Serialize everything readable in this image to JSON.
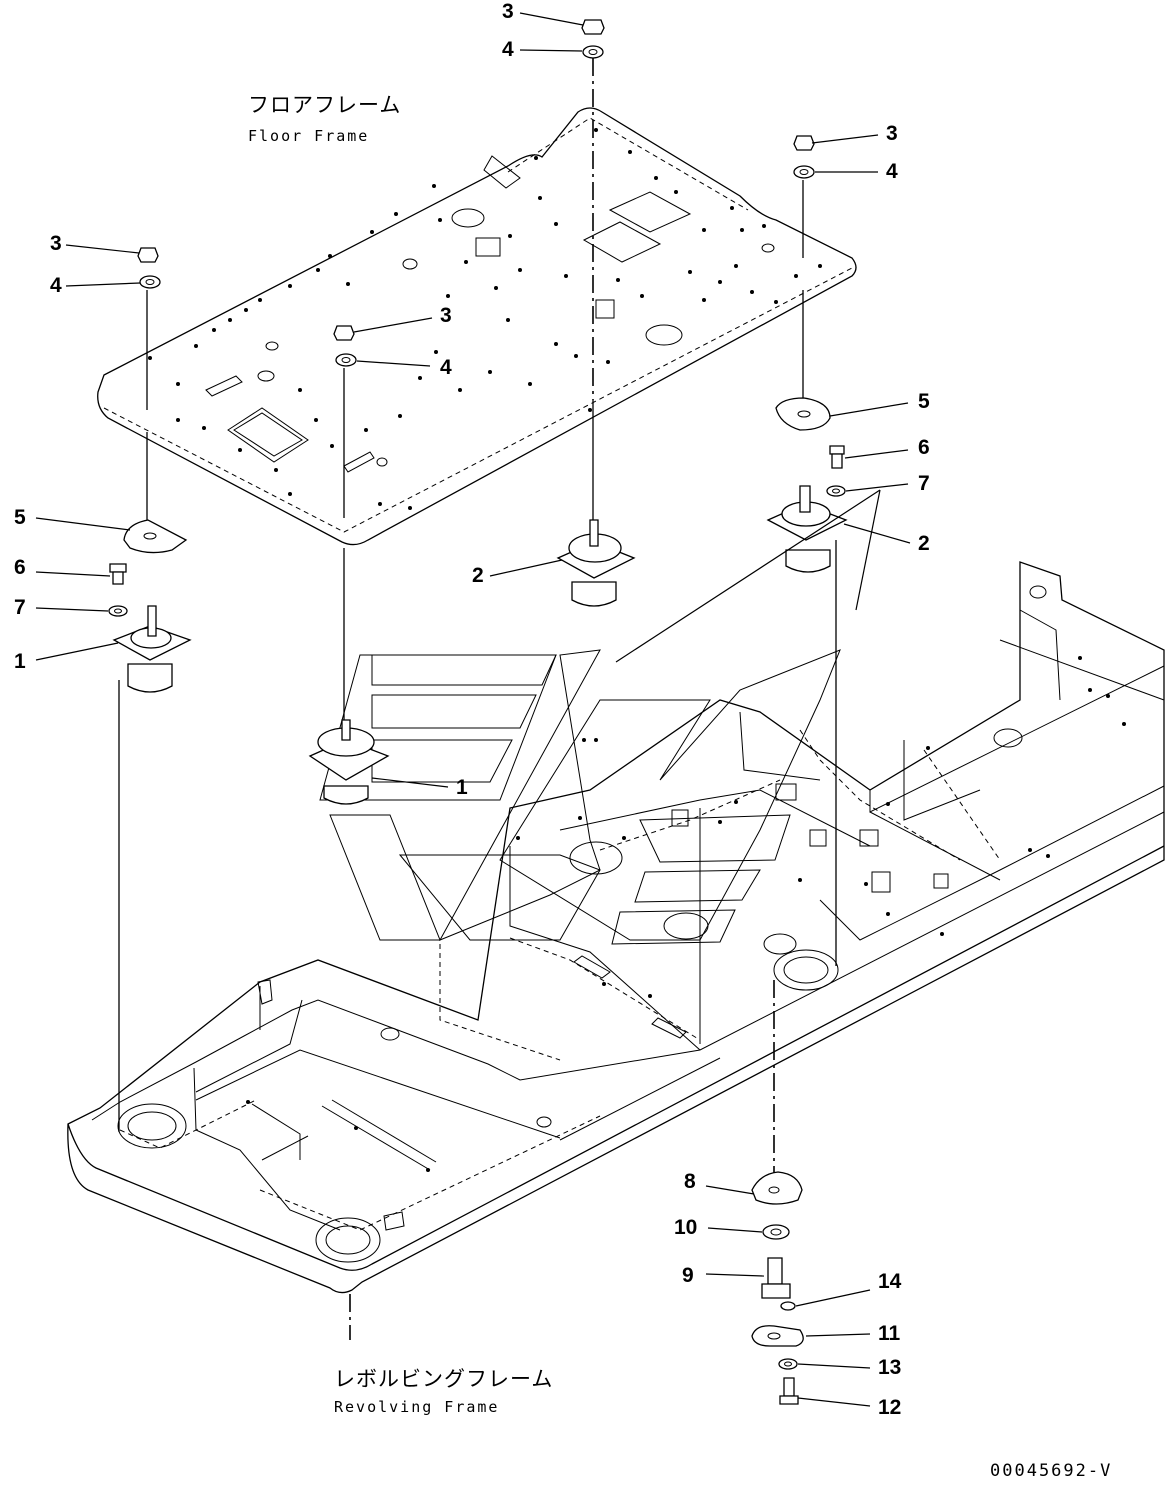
{
  "labels": {
    "floor_frame_jp": "フロアフレーム",
    "floor_frame_en": "Floor Frame",
    "revolving_frame_jp": "レボルビングフレーム",
    "revolving_frame_en": "Revolving Frame",
    "drawing_code": "00045692-V"
  },
  "callouts": [
    "3",
    "4",
    "3",
    "4",
    "3",
    "4",
    "3",
    "4",
    "5",
    "6",
    "7",
    "2",
    "5",
    "6",
    "7",
    "1",
    "2",
    "1",
    "8",
    "10",
    "9",
    "14",
    "11",
    "13",
    "12"
  ]
}
